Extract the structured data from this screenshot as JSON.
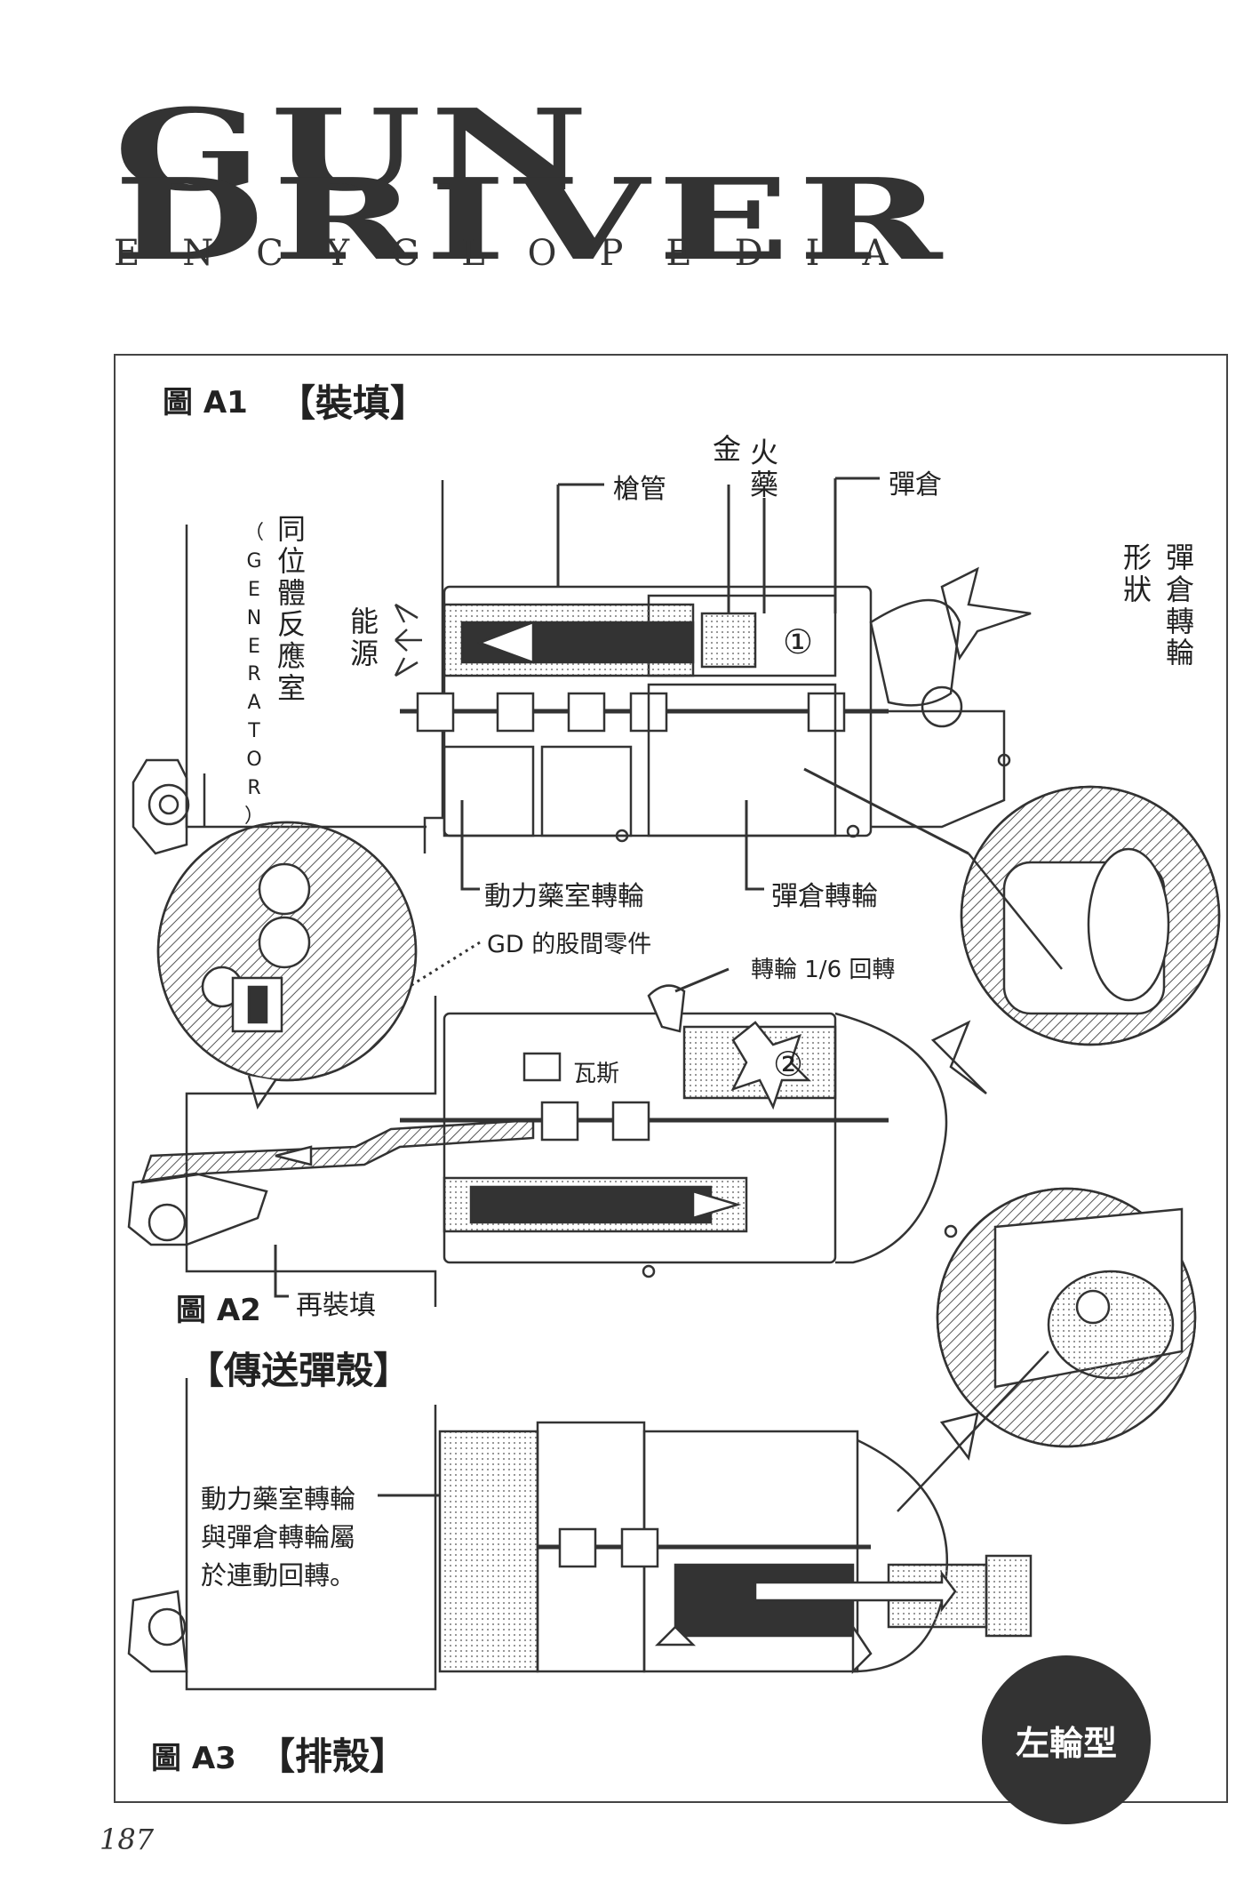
{
  "header": {
    "logo_line1": "GUN",
    "logo_line2": "DRIVER",
    "subtitle": "ENCYCLOPEDIA"
  },
  "figures": {
    "a1": {
      "number": "圖 A1",
      "title": "【裝填】"
    },
    "a2": {
      "number": "圖 A2",
      "title": "【傳送彈殼】"
    },
    "a3": {
      "number": "圖 A3",
      "title": "【排殼】"
    }
  },
  "labels": {
    "barrel": "槍管",
    "metal": "金",
    "powder": "火藥",
    "magazine": "彈倉",
    "reactor_chamber": "同位體反應室",
    "generator": "（GENERATOR）",
    "energy": "能源",
    "cylinder_shape": "彈倉轉輪形狀",
    "power_cylinder": "動力藥室轉輪",
    "magazine_cylinder": "彈倉轉輪",
    "gd_part": "GD 的股間零件",
    "rotation": "轉輪 1/6 回轉",
    "gas": "瓦斯",
    "reload": "再裝填",
    "note_line1": "動力藥室轉輪",
    "note_line2": "與彈倉轉輪屬",
    "note_line3": "於連動回轉。",
    "marker1": "①",
    "marker2": "②"
  },
  "badge": "左輪型",
  "page_number": "187"
}
